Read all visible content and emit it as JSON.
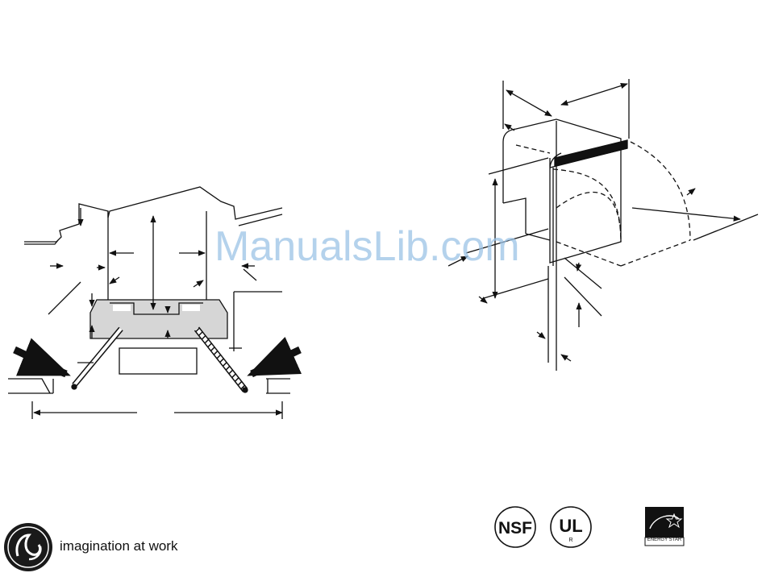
{
  "watermark": {
    "text": "ManualsLib.com",
    "color": "#9cc3e6"
  },
  "brand": {
    "logo_text": "GE",
    "tagline": "imagination at work"
  },
  "certifications": {
    "nsf": "NSF",
    "ul": "UL",
    "ul_registered": "R",
    "energy_star": "ENERGY STAR"
  },
  "icons": {
    "logo": "ge-monogram-icon",
    "nsf": "nsf-certification-icon",
    "ul": "ul-listed-icon",
    "energy_star": "energy-star-icon"
  }
}
